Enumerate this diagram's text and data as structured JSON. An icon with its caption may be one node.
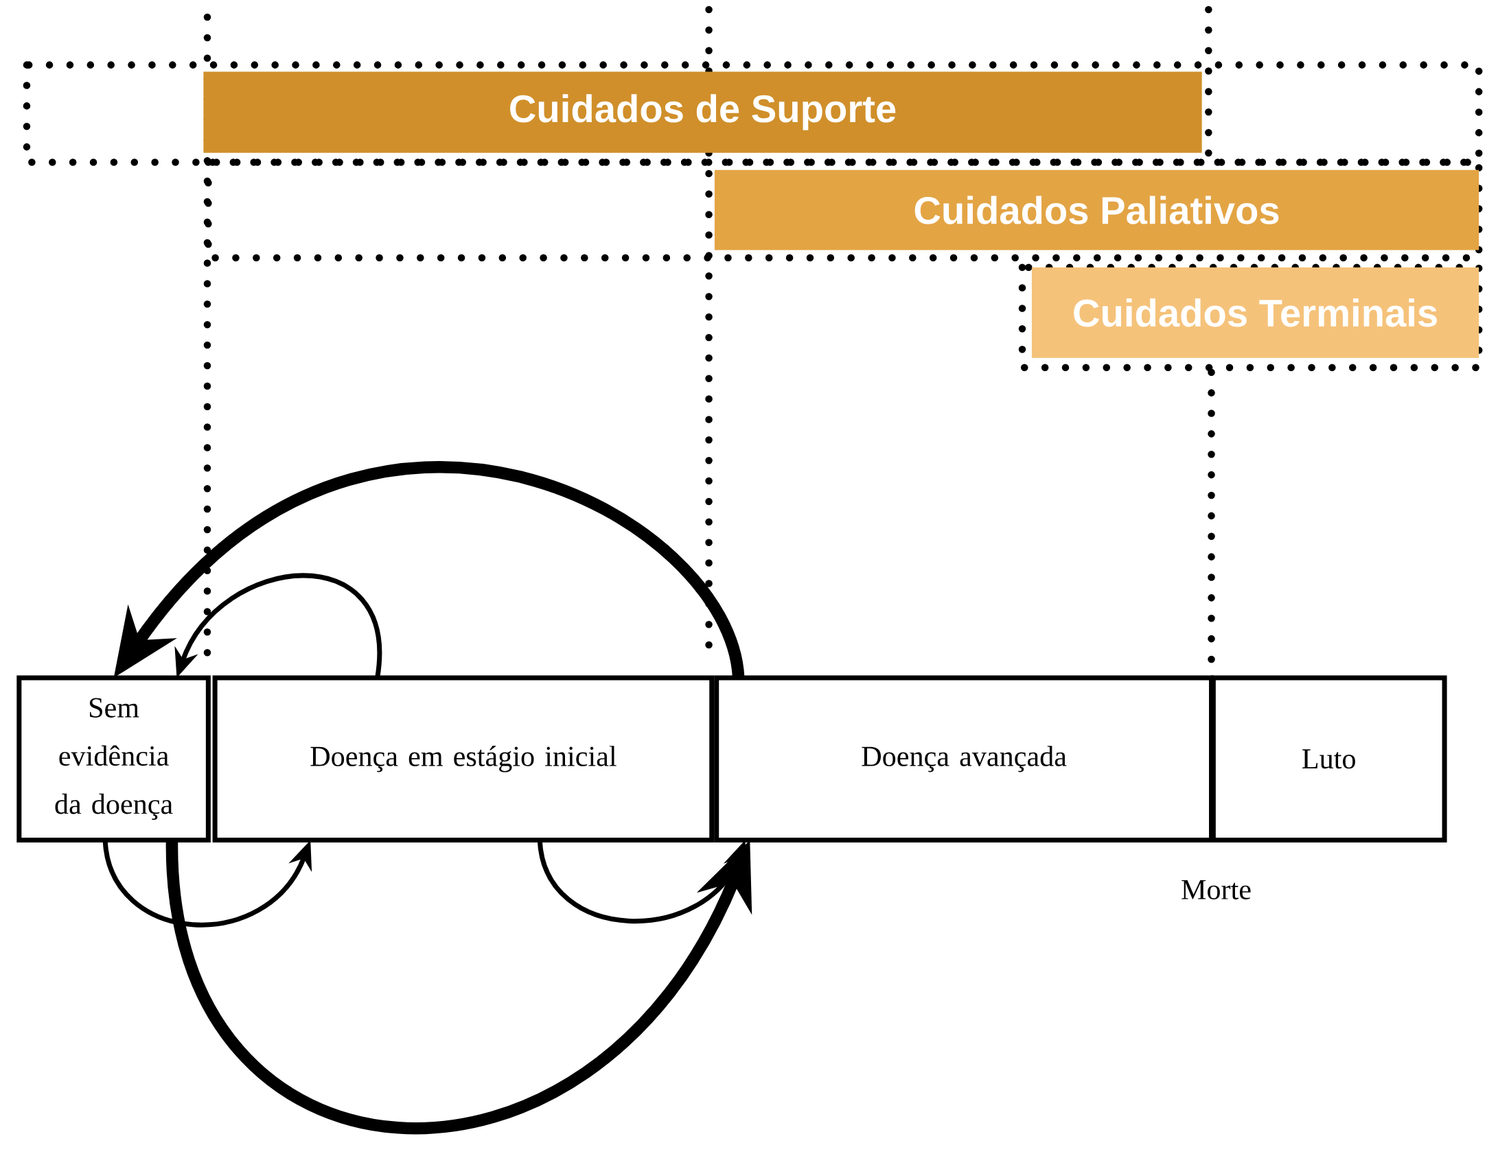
{
  "diagram": {
    "nodes": [
      {
        "text": [
          "Cuidados de Suporte"
        ]
      },
      {
        "text": [
          "Cuidados Paliativos"
        ]
      },
      {
        "text": [
          "Cuidados Terminais"
        ]
      },
      {
        "text": [
          "Sem evidência da doença"
        ]
      },
      {
        "text": [
          "Doença em estágio inicial"
        ]
      },
      {
        "text": [
          "Doença  avançada"
        ]
      },
      {
        "text": [
          "Luto"
        ]
      }
    ],
    "edges": [
      {
        "from": 5,
        "to": 3,
        "arrow": "to",
        "style": "thick"
      },
      {
        "from": 4,
        "to": 3,
        "arrow": "to"
      },
      {
        "from": 3,
        "to": 4,
        "arrow": "to"
      },
      {
        "from": 4,
        "to": 5,
        "arrow": "to"
      },
      {
        "from": 3,
        "to": 5,
        "arrow": "to",
        "style": "thick"
      }
    ],
    "labels": [
      "Morte"
    ]
  }
}
